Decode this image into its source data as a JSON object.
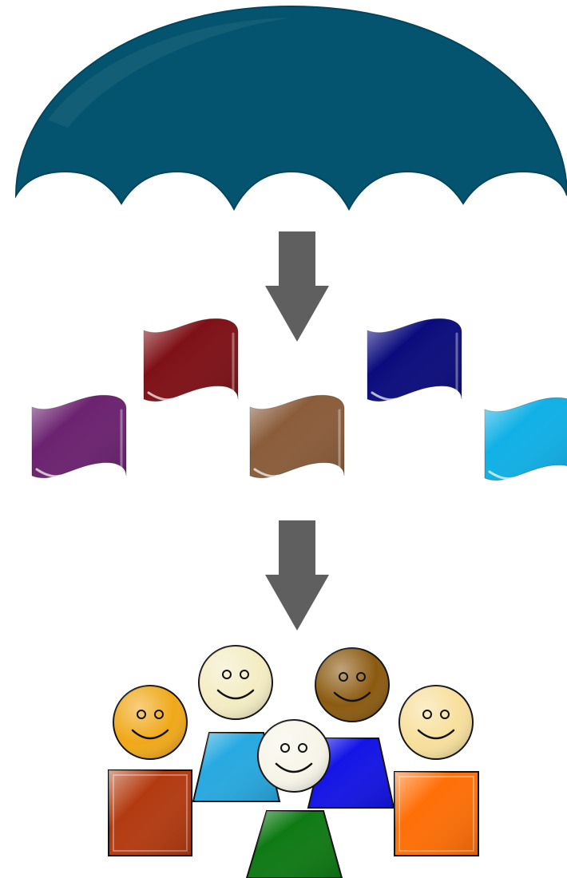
{
  "umbrella": {
    "icon": "umbrella-canopy-icon",
    "color": "#04546f"
  },
  "arrows": [
    {
      "icon": "down-arrow-icon",
      "color": "#5f5f5f"
    },
    {
      "icon": "down-arrow-icon",
      "color": "#5f5f5f"
    }
  ],
  "flags": [
    {
      "icon": "flag-icon",
      "color": "#6b2270",
      "name": "flag-purple"
    },
    {
      "icon": "flag-icon",
      "color": "#7e1117",
      "name": "flag-dark-red"
    },
    {
      "icon": "flag-icon",
      "color": "#8a5c3a",
      "name": "flag-brown"
    },
    {
      "icon": "flag-icon",
      "color": "#0b0b7d",
      "name": "flag-navy"
    },
    {
      "icon": "flag-icon",
      "color": "#10b0e6",
      "name": "flag-light-blue"
    }
  ],
  "people": [
    {
      "icon": "person-icon",
      "face_color": "#f0a818",
      "body_color": "#b33a10",
      "name": "person-orange-rust"
    },
    {
      "icon": "person-icon",
      "face_color": "#f3ecc3",
      "body_color": "#27a9e1",
      "name": "person-cream-lightblue"
    },
    {
      "icon": "person-icon",
      "face_color": "#8b5a10",
      "body_color": "#1414e6",
      "name": "person-brown-blue"
    },
    {
      "icon": "person-icon",
      "face_color": "#f7df9c",
      "body_color": "#ff6f06",
      "name": "person-beige-orange"
    },
    {
      "icon": "person-icon",
      "face_color": "#f7f5e8",
      "body_color": "#0f7a14",
      "name": "person-white-green"
    }
  ]
}
